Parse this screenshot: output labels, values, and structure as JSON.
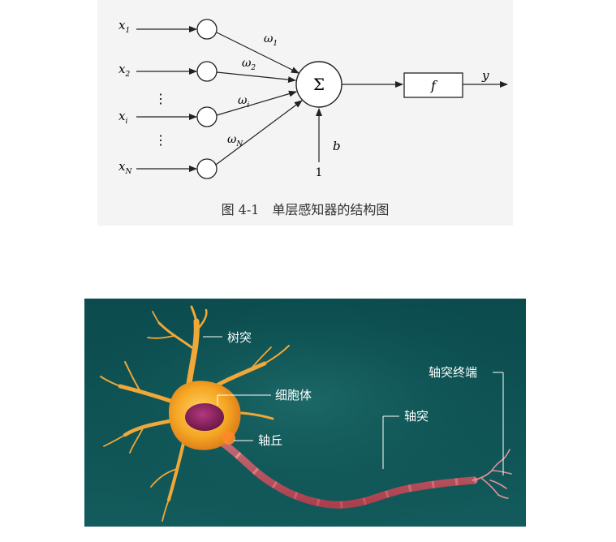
{
  "perceptron": {
    "inputs": [
      {
        "sym": "x",
        "sub": "1"
      },
      {
        "sym": "x",
        "sub": "2"
      },
      {
        "sym": "x",
        "sub": "i"
      },
      {
        "sym": "x",
        "sub": "N"
      }
    ],
    "weights": [
      {
        "sym": "ω",
        "sub": "1"
      },
      {
        "sym": "ω",
        "sub": "2"
      },
      {
        "sym": "ω",
        "sub": "i"
      },
      {
        "sym": "ω",
        "sub": "N"
      }
    ],
    "sum_symbol": "Σ",
    "activation": "f",
    "output": "y",
    "bias": "b",
    "bias_input": "1",
    "dots": "⋮",
    "caption": "图 4-1　单层感知器的结构图"
  },
  "neuron": {
    "labels": {
      "dendrite": "树突",
      "soma": "细胞体",
      "axon_hillock": "轴丘",
      "axon": "轴突",
      "axon_terminal": "轴突终端"
    },
    "colors": {
      "background_top": "#0b4b4d",
      "background_bottom": "#12585a",
      "cell_body": "#f5a623",
      "nucleus": "#8a1f5a",
      "axon": "#e07a82"
    }
  }
}
